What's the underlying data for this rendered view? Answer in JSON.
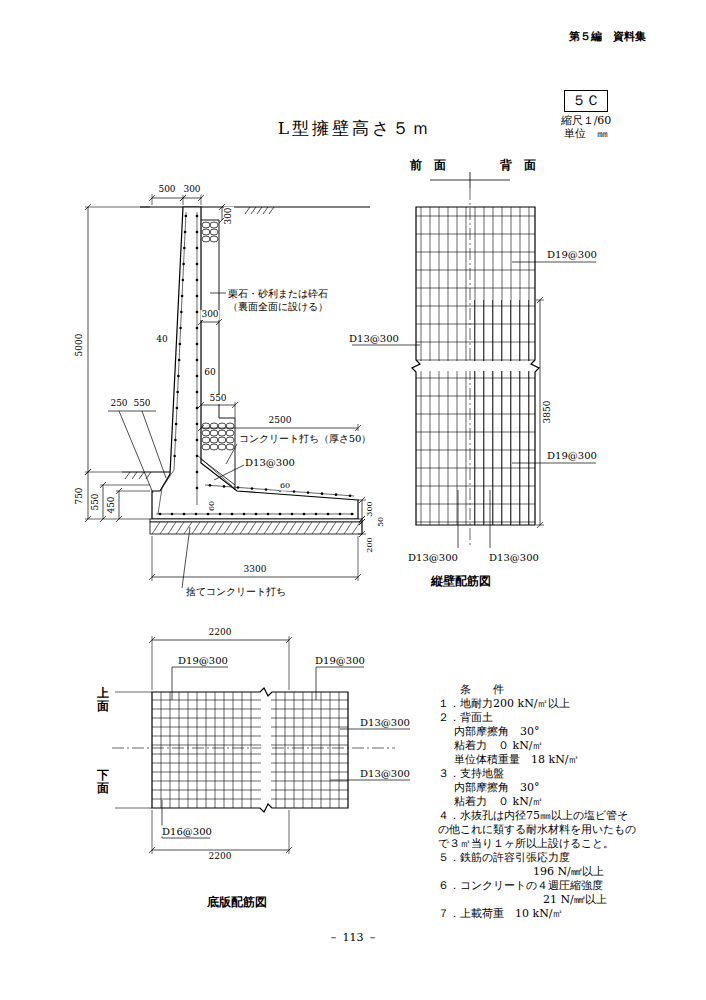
{
  "diagram": {
    "title": "L型擁壁高さ５ｍ",
    "nodes": [
      {
        "text": [
          "５Ｃ"
        ]
      }
    ],
    "labels": [
      "第５編　資料集",
      "縮尺１/60",
      "単位　㎜",
      "500",
      "300",
      "300",
      "栗石・砂利または砕石",
      "（裏面全面に設ける）",
      "300",
      "40",
      "60",
      "250",
      "550",
      "550",
      "2500",
      "コンクリート打ち（厚さ50）",
      "D13@300",
      "5000",
      "750",
      "550",
      "450",
      "60",
      "60",
      "300",
      "50",
      "200",
      "3300",
      "捨てコンクリート打ち",
      "前　面",
      "背　面",
      "D19@300",
      "D13@300",
      "3850",
      "D19@300",
      "D13@300",
      "D13@300",
      "縦壁配筋図",
      "2200",
      "D19@300",
      "D19@300",
      "D13@300",
      "D13@300",
      "上　面",
      "下　面",
      "D16@300",
      "2200",
      "底版配筋図",
      "条　　件",
      "１．地耐力200 kN/㎡以上",
      "２．背面土",
      "内部摩擦角　30°",
      "粘着力　０ kN/㎡",
      "単位体積重量　18 kN/㎥",
      "３．支持地盤",
      "内部摩擦角　30°",
      "粘着力　０ kN/㎡",
      "４．水抜孔は内径75㎜以上の塩ビ管その他これに類する耐水材料を用いたもので３㎡当り１ヶ所以上設けること。",
      "５．鉄筋の許容引張応力度",
      "196 N/㎟以上",
      "６．コンクリートの４週圧縮強度",
      "21 N/㎟以上",
      "７．上載荷重　10 kN/㎡",
      "－ 113 －"
    ]
  }
}
